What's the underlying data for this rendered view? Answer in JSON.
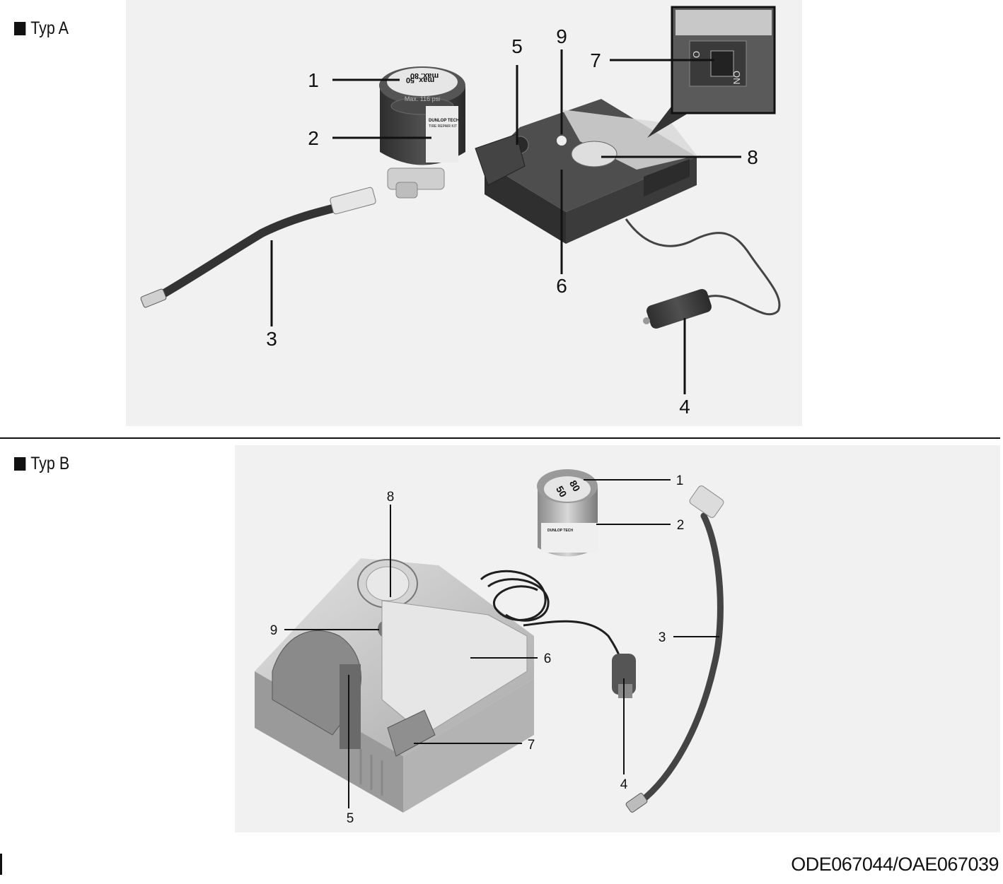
{
  "sections": [
    {
      "label": "Typ A"
    },
    {
      "label": "Typ B"
    }
  ],
  "typA": {
    "callouts": [
      "1",
      "2",
      "3",
      "4",
      "5",
      "6",
      "7",
      "8",
      "9"
    ],
    "can_text": {
      "max80": "max. 80",
      "max50": "max. 50",
      "psi": "Max. 116 psi",
      "brand": "DUNLOP TECH",
      "product": "TIRE REPAIR KIT"
    },
    "switch_text": {
      "on": "ON",
      "off": "O"
    }
  },
  "typB": {
    "callouts": [
      "1",
      "2",
      "3",
      "4",
      "5",
      "6",
      "7",
      "8",
      "9"
    ],
    "can_text": {
      "top": "80",
      "bottom": "50",
      "brand": "DUNLOP TECH"
    }
  },
  "image_code": "ODE067044/OAE067039",
  "colors": {
    "panel": "#f1f1f1",
    "dark_device": "#3a3a3a",
    "light_device": "#c9c9c9",
    "line": "#111111"
  }
}
